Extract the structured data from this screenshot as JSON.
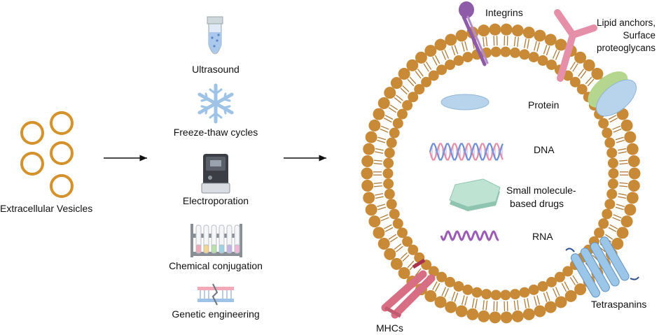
{
  "left": {
    "vesicles_label": "Extracellular Vesicles"
  },
  "methods": [
    {
      "label": "Ultrasound",
      "icon": "test-tube-icon"
    },
    {
      "label": "Freeze-thaw cycles",
      "icon": "snowflake-icon"
    },
    {
      "label": "Electroporation",
      "icon": "electroporator-icon"
    },
    {
      "label": "Chemical conjugation",
      "icon": "test-tube-rack-icon"
    },
    {
      "label": "Genetic engineering",
      "icon": "dna-edit-icon"
    }
  ],
  "membrane_labels": {
    "integrins": "Integrins",
    "lipid_anchors_1": "Lipid anchors,",
    "lipid_anchors_2": "Surface",
    "lipid_anchors_3": "proteoglycans",
    "tetraspanins": "Tetraspanins",
    "mhcs": "MHCs"
  },
  "cargo": {
    "protein": "Protein",
    "dna": "DNA",
    "small_molecule_1": "Small molecule-",
    "small_molecule_2": "based drugs",
    "rna": "RNA"
  },
  "colors": {
    "vesicle_ring": "#d4912c",
    "lipid_head": "#c98a38",
    "protein": "#b8d4ec",
    "integrin": "#8e5ba8",
    "anchor": "#e58fa8",
    "mhc": "#d86e84",
    "tetraspanin": "#9cc6e8",
    "small_molecule": "#a8d6c4"
  }
}
